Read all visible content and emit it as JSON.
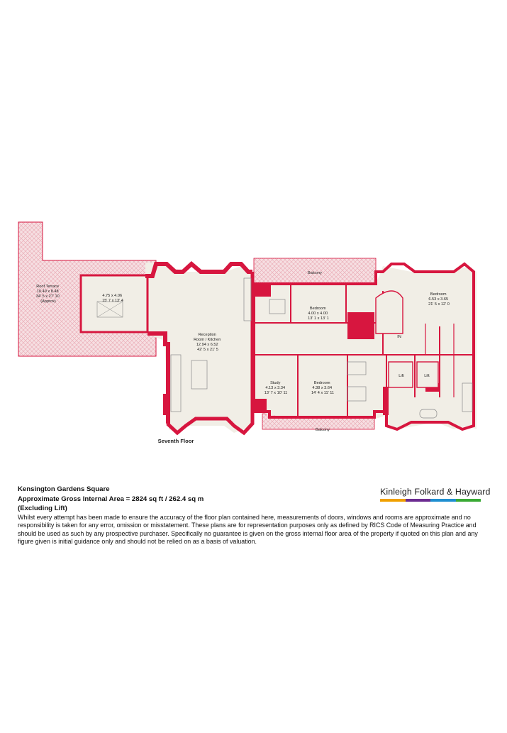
{
  "colors": {
    "wall": "#d7163f",
    "floor": "#f1eee6",
    "terrace": "#f4d9dc",
    "brand_bar": [
      "#f0a000",
      "#6c2c91",
      "#1f8fd0",
      "#3aaa35"
    ]
  },
  "plan": {
    "floor_label": "Seventh Floor",
    "rooms": [
      {
        "key": "roof_terrace",
        "lines": [
          "Roof Terrace",
          "10.49 x 8.48",
          "34' 5 x 27' 10",
          "(Approx)"
        ]
      },
      {
        "key": "room_475",
        "lines": [
          "4.75 x 4.06",
          "15' 7 x 13' 4"
        ]
      },
      {
        "key": "reception",
        "lines": [
          "Reception",
          "Room / Kitchen",
          "12.94 x 6.52",
          "42' 5 x 21' 5"
        ]
      },
      {
        "key": "balcony_top",
        "lines": [
          "Balcony"
        ]
      },
      {
        "key": "bedroom_mid",
        "lines": [
          "Bedroom",
          "4.00 x 4.00",
          "13' 1 x 13' 1"
        ]
      },
      {
        "key": "bedroom_right",
        "lines": [
          "Bedroom",
          "6.53 x 3.65",
          "21' 5 x 12' 0"
        ]
      },
      {
        "key": "in_label",
        "lines": [
          "IN"
        ]
      },
      {
        "key": "study",
        "lines": [
          "Study",
          "4.13 x 3.34",
          "13' 7 x 10' 11"
        ]
      },
      {
        "key": "bedroom_bottom",
        "lines": [
          "Bedroom",
          "4.38 x 3.64",
          "14' 4 x 11' 11"
        ]
      },
      {
        "key": "lift_1",
        "lines": [
          "Lift"
        ]
      },
      {
        "key": "lift_2",
        "lines": [
          "Lift"
        ]
      },
      {
        "key": "balcony_bottom",
        "lines": [
          "Balcony"
        ]
      }
    ]
  },
  "footer": {
    "title": "Kensington Gardens Square",
    "area_line1": "Approximate Gross Internal Area = 2824 sq ft / 262.4 sq m",
    "area_line2": "(Excluding Lift)",
    "disclaimer": "Whilst every attempt has been made to ensure the accuracy of the floor plan contained here, measurements of doors, windows and rooms are approximate and no responsibility is taken for any error, omission or misstatement. These plans are for representation purposes only as defined by RICS Code of Measuring Practice and should be used as such by any prospective purchaser. Specifically no guarantee is given on the gross internal floor area of the property if quoted on this plan and any figure given is initial guidance only and should not be relied on as a basis of valuation."
  },
  "brand": {
    "name": "Kinleigh Folkard & Hayward"
  }
}
